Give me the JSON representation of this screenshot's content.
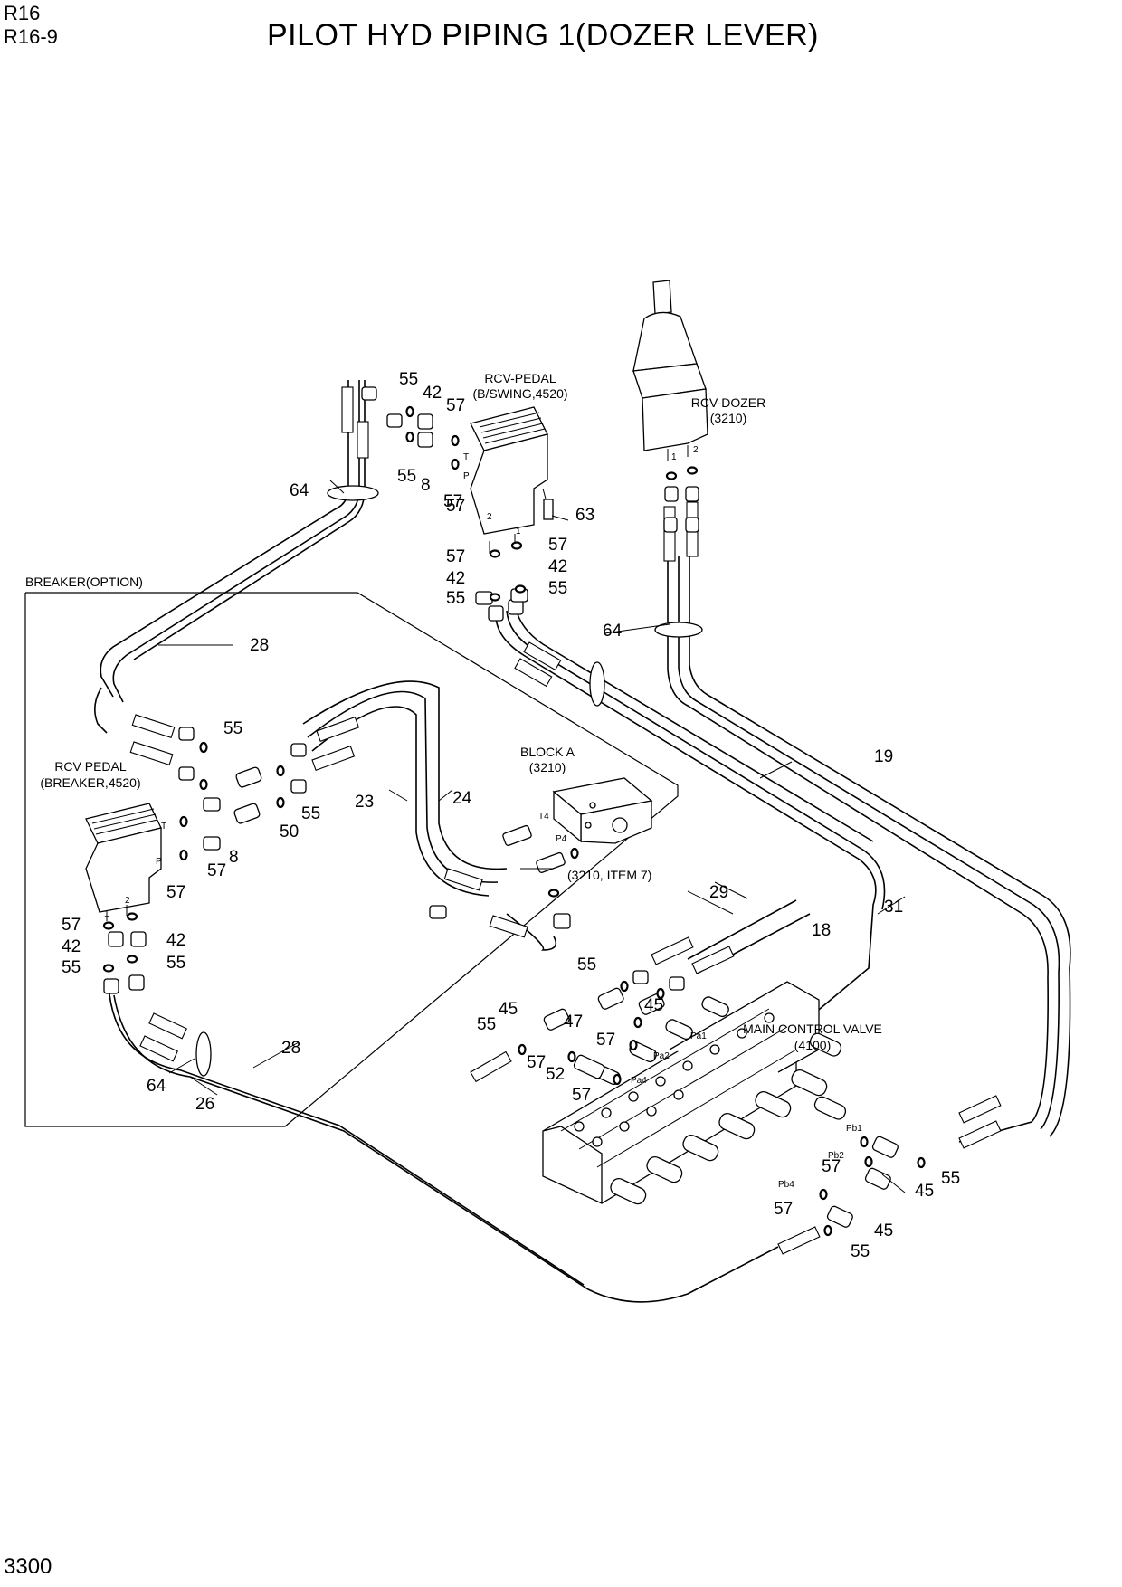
{
  "header": {
    "model": "R16",
    "section": "R16-9",
    "title": "PILOT HYD PIPING 1(DOZER LEVER)"
  },
  "footer": {
    "page_number": "3300"
  },
  "components": {
    "rcv_pedal_swing": [
      "RCV-PEDAL",
      "(B/SWING,4520)"
    ],
    "rcv_dozer": [
      "RCV-DOZER",
      "(3210)"
    ],
    "breaker_option": "BREAKER(OPTION)",
    "rcv_pedal_breaker": [
      "RCV PEDAL",
      "(BREAKER,4520)"
    ],
    "block_a": [
      "BLOCK A",
      "(3210)"
    ],
    "block_a_note": "(3210, ITEM 7)",
    "main_control_valve": [
      "MAIN CONTROL VALVE",
      "(4100)"
    ]
  },
  "ports": [
    "T",
    "P",
    "1",
    "2",
    "T",
    "P",
    "1",
    "2",
    "1",
    "2",
    "T4",
    "P4",
    "Pa1",
    "Pa2",
    "Pa4",
    "Pb1",
    "Pb2",
    "Pb4"
  ],
  "part_labels": [
    "55",
    "42",
    "57",
    "57",
    "55",
    "8",
    "57",
    "64",
    "63",
    "57",
    "57",
    "42",
    "42",
    "55",
    "55",
    "64",
    "28",
    "55",
    "23",
    "24",
    "55",
    "50",
    "8",
    "57",
    "57",
    "57",
    "42",
    "42",
    "55",
    "55",
    "19",
    "29",
    "18",
    "31",
    "55",
    "47",
    "45",
    "55",
    "45",
    "57",
    "57",
    "52",
    "57",
    "28",
    "64",
    "26",
    "57",
    "55",
    "45",
    "57",
    "45",
    "55"
  ]
}
